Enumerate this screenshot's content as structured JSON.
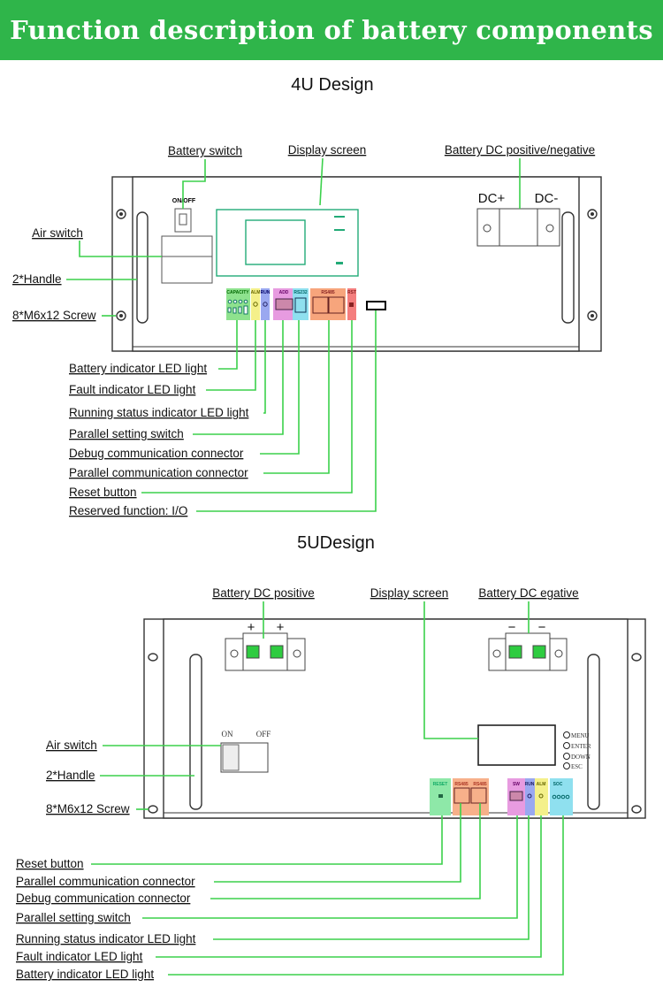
{
  "title": "Function description of battery components",
  "colors": {
    "banner": "#2fb54a",
    "leader_line": "#3bd14b",
    "terminal_green": "#2ecc40"
  },
  "design_4u": {
    "heading": "4U Design",
    "labels": {
      "battery_switch": "Battery switch",
      "display_screen": "Display screen",
      "dc_pos_neg": "Battery DC positive/negative",
      "air_switch": "Air switch",
      "handle": "2*Handle",
      "screw": "8*M6x12 Screw",
      "battery_led": "Battery indicator LED light",
      "fault_led": "Fault indicator LED light",
      "running_led": "Running status indicator LED light",
      "parallel_switch": "Parallel setting switch",
      "debug_conn": "Debug communication connector",
      "parallel_conn": "Parallel communication connector",
      "reset": "Reset button",
      "reserved": "Reserved function: I/O"
    },
    "switch_text": "ON/OFF",
    "dc_plus": "DC+",
    "dc_minus": "DC-",
    "module_labels": [
      "CAPACITY",
      "ALM",
      "RUN",
      "ADD",
      "RS232",
      "RS485",
      "RST"
    ]
  },
  "design_5u": {
    "heading": "5UDesign",
    "labels": {
      "dc_positive": "Battery DC positive",
      "display_screen": "Display screen",
      "dc_negative": "Battery DC egative",
      "air_switch": "Air switch",
      "handle": "2*Handle",
      "screw": "8*M6x12 Screw",
      "reset": "Reset button",
      "parallel_conn": "Parallel communication connector",
      "debug_conn": "Debug communication connector",
      "parallel_switch": "Parallel setting switch",
      "running_led": "Running status indicator LED light",
      "fault_led": "Fault indicator LED light",
      "battery_led": "Battery indicator LED light"
    },
    "switch_on": "ON",
    "switch_off": "OFF",
    "plus": "+",
    "minus": "−",
    "buttons": [
      "MENU",
      "ENTER",
      "DOWN",
      "ESC"
    ],
    "module_labels": [
      "RESET",
      "RS485",
      "RS485",
      "SW",
      "RUN",
      "ALM",
      "SOC"
    ]
  }
}
